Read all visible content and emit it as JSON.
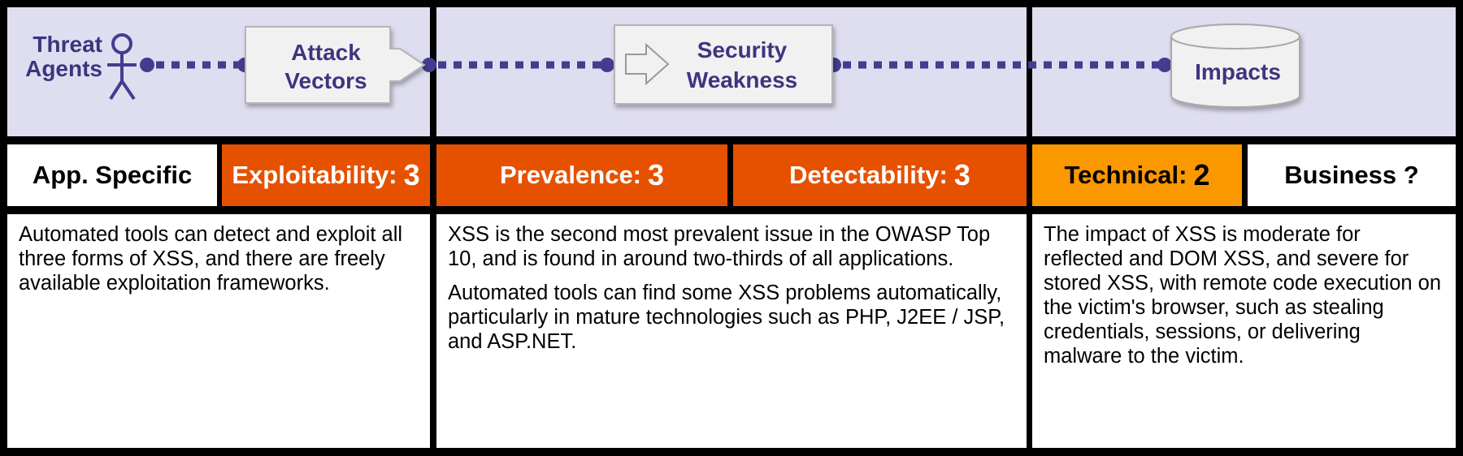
{
  "header": {
    "threat_agents": [
      "Threat",
      "Agents"
    ],
    "attack_vectors": [
      "Attack",
      "Vectors"
    ],
    "security_weakness": [
      "Security",
      "Weakness"
    ],
    "impacts": "Impacts"
  },
  "ratings": {
    "app_specific": "App. Specific",
    "exploitability": {
      "label": "Exploitability:",
      "value": "3"
    },
    "prevalence": {
      "label": "Prevalence:",
      "value": "3"
    },
    "detectability": {
      "label": "Detectability:",
      "value": "3"
    },
    "technical": {
      "label": "Technical:",
      "value": "2"
    },
    "business": "Business ?"
  },
  "body": {
    "threat_agents_text": "Automated tools can detect and exploit all three forms of XSS, and there are freely available exploitation frameworks.",
    "weakness_text": [
      "XSS is the second most prevalent issue in the OWASP Top 10, and is found in around two-thirds of all applications.",
      "Automated tools can find some XSS problems automatically, particularly in mature technologies such as PHP, J2EE / JSP, and ASP.NET."
    ],
    "impacts_text": "The impact of XSS is moderate for reflected and DOM XSS, and severe for stored XSS, with remote code execution on the victim's browser, such as stealing credentials, sessions, or delivering malware to the victim."
  },
  "colors": {
    "purple": "#3d347f",
    "header_bg": "#dfdef0",
    "orange": "#e65100",
    "amber": "#fb9800"
  }
}
